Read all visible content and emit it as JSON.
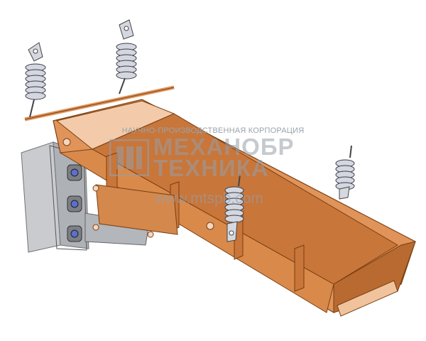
{
  "watermark": {
    "tagline": "НАУЧНО-ПРОИЗВОДСТВЕННАЯ КОРПОРАЦИЯ",
    "brand_line1": "МЕХАНОБР",
    "brand_line2": "ТЕХНИКА",
    "url": "www.mtspb.com"
  },
  "colors": {
    "trough": "#d98a4a",
    "trough_dark": "#b86a30",
    "trough_light": "#f2c7a3",
    "spring": "#c9ccd6",
    "motor_box": "#c7c9cc",
    "watermark": "#9aa3ab"
  }
}
